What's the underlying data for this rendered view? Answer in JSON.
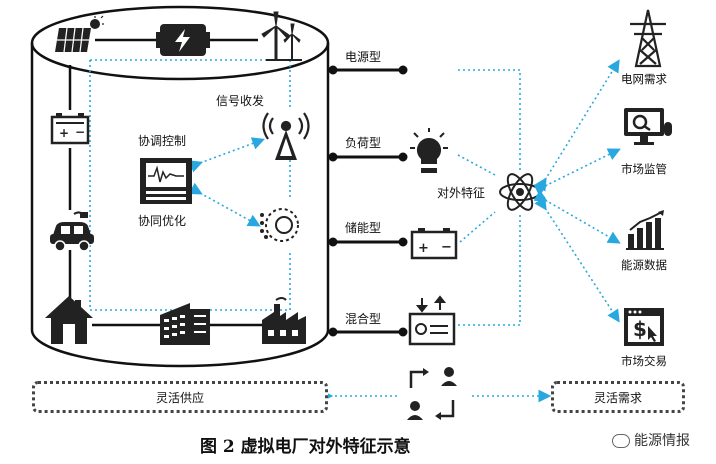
{
  "figure": {
    "caption": "图 2    虚拟电厂对外特征示意",
    "watermark": "能源情报"
  },
  "cylinder": {
    "labels": {
      "signal": "信号收发",
      "coord_control": "协调控制",
      "coord_optimize": "协同优化"
    },
    "icons": [
      "solar-panel-icon",
      "battery-inverter-icon",
      "wind-turbine-icon",
      "battery-icon",
      "ev-car-icon",
      "house-icon",
      "apartment-building-icon",
      "factory-icon",
      "signal-tower-icon",
      "monitor-console-icon",
      "gear-cloud-icon"
    ]
  },
  "types": [
    {
      "label": "电源型"
    },
    {
      "label": "负荷型"
    },
    {
      "label": "储能型"
    },
    {
      "label": "混合型"
    }
  ],
  "center": {
    "label": "对外特征"
  },
  "outputs": [
    {
      "label": "电网需求",
      "icon": "power-pylon-icon"
    },
    {
      "label": "市场监管",
      "icon": "monitor-magnifier-icon"
    },
    {
      "label": "能源数据",
      "icon": "bar-chart-icon"
    },
    {
      "label": "市场交易",
      "icon": "dollar-screen-icon"
    }
  ],
  "bottom": {
    "supply": "灵活供应",
    "demand": "灵活需求"
  },
  "colors": {
    "dotted_link": "#29a8e0",
    "stroke": "#111111"
  }
}
